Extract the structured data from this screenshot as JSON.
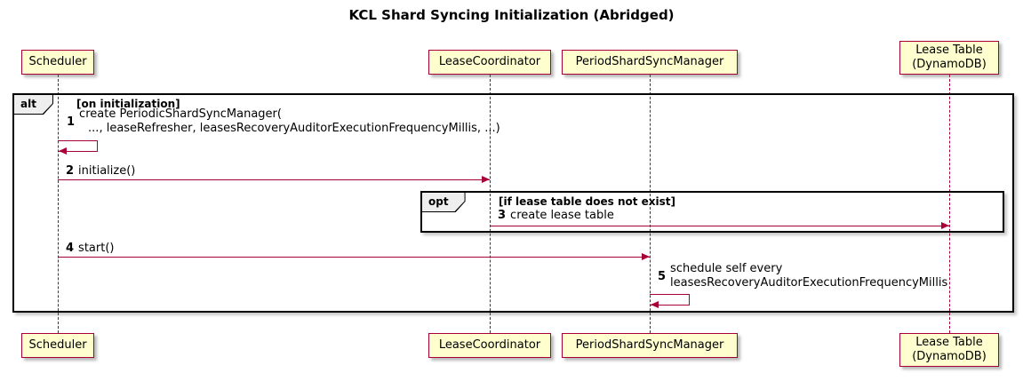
{
  "title": "KCL Shard Syncing Initialization (Abridged)",
  "participants": {
    "scheduler": {
      "label": "Scheduler"
    },
    "lease_coordinator": {
      "label": "LeaseCoordinator"
    },
    "period_shard_sync_manager": {
      "label": "PeriodShardSyncManager"
    },
    "lease_table": {
      "label_line1": "Lease Table",
      "label_line2": "(DynamoDB)"
    }
  },
  "frames": {
    "alt": {
      "keyword": "alt",
      "guard": "[on initialization]"
    },
    "opt": {
      "keyword": "opt",
      "guard": "[if lease table does not exist]"
    }
  },
  "messages": {
    "m1": {
      "num": "1",
      "line1": "create PeriodicShardSyncManager(",
      "line2": "..., leaseRefresher, leasesRecoveryAuditorExecutionFrequencyMillis, ...)"
    },
    "m2": {
      "num": "2",
      "text": "initialize()"
    },
    "m3": {
      "num": "3",
      "text": "create lease table"
    },
    "m4": {
      "num": "4",
      "text": "start()"
    },
    "m5": {
      "num": "5",
      "line1": "schedule self every",
      "line2": "leasesRecoveryAuditorExecutionFrequencyMillis"
    }
  },
  "colors": {
    "participant_fill": "#FEFECE",
    "participant_border": "#A80036",
    "arrow": "#A80036",
    "lifeline": "#A80036",
    "frame_border": "#000000",
    "frame_label_bg": "#EEEEEE"
  }
}
